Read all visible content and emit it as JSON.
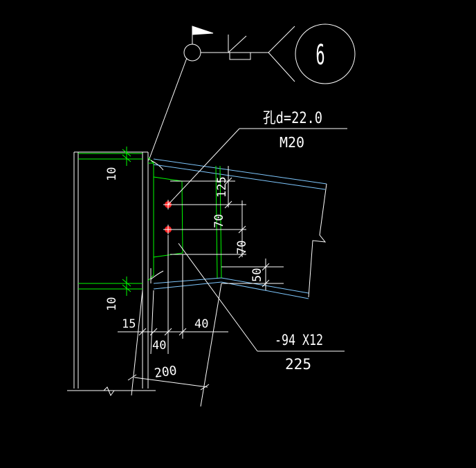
{
  "drawing": {
    "detail_number": "6",
    "hole_label": "孔d=22.0",
    "bolt_label": "M20",
    "plate_label": "-94 X12",
    "plate_length": "225",
    "dims": {
      "flange_top": "10",
      "flange_bottom": "10",
      "dim_125": "125",
      "dim_70_a": "70",
      "dim_70_b": "70",
      "dim_50": "50",
      "dim_15": "15",
      "dim_40_left": "40",
      "dim_40_right": "40",
      "dim_200": "200"
    },
    "colors": {
      "background": "#000000",
      "line": "#ffffff",
      "weld": "#00ff00",
      "beam_edge": "#7fc8ff",
      "bolt": "#ff2020"
    }
  }
}
